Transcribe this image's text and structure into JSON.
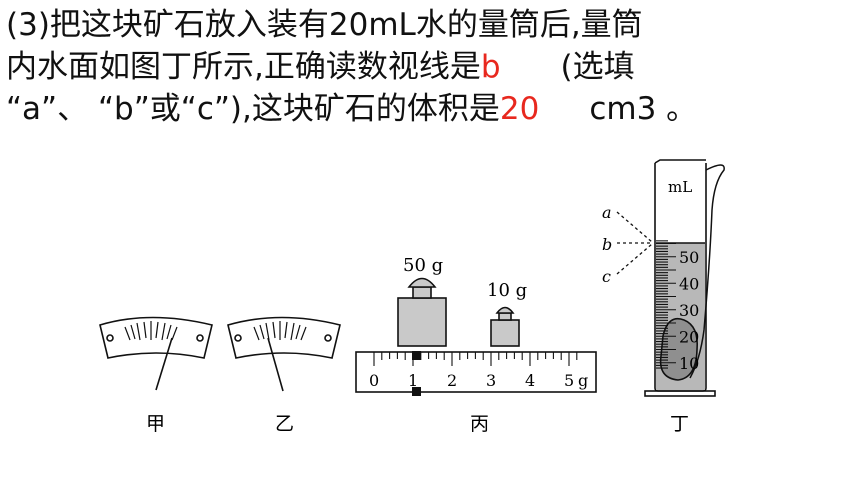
{
  "question": {
    "line1": "(3)把这块矿石放入装有20mL水的量筒后,量筒",
    "line2_pre": "内水面如图丁所示,正确读数视线是",
    "answer_1": "b",
    "line2_post": "(选填",
    "line3_pre": "“a”、 “b”或“c”),这块矿石的体积是",
    "answer_2": "20",
    "line3_post": "cm3 。"
  },
  "figure": {
    "labels": {
      "jia": "甲",
      "yi": "乙",
      "bing": "丙",
      "ding": "丁"
    },
    "weights": {
      "big": "50 g",
      "small": "10 g"
    },
    "ruler_ticks": [
      "0",
      "1",
      "2",
      "3",
      "4",
      "5"
    ],
    "ruler_unit": "g",
    "cylinder_unit": "mL",
    "cylinder_scale": [
      "50",
      "40",
      "30",
      "20",
      "10"
    ],
    "sight_lines": [
      "a",
      "b",
      "c"
    ]
  }
}
